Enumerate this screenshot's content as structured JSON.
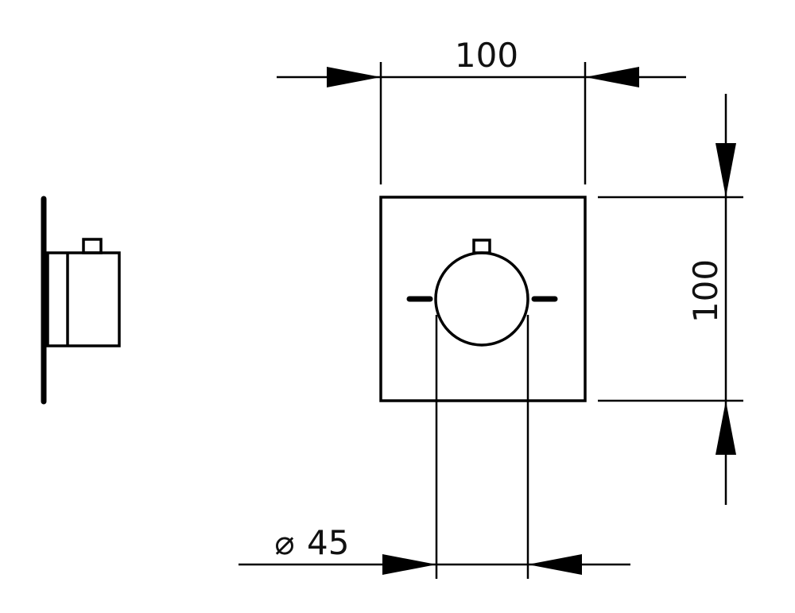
{
  "dimensions": {
    "width_label": "100",
    "height_label": "100",
    "diameter_symbol": "⌀",
    "diameter_value": "45"
  },
  "colors": {
    "line": "#000000",
    "background": "#ffffff"
  }
}
